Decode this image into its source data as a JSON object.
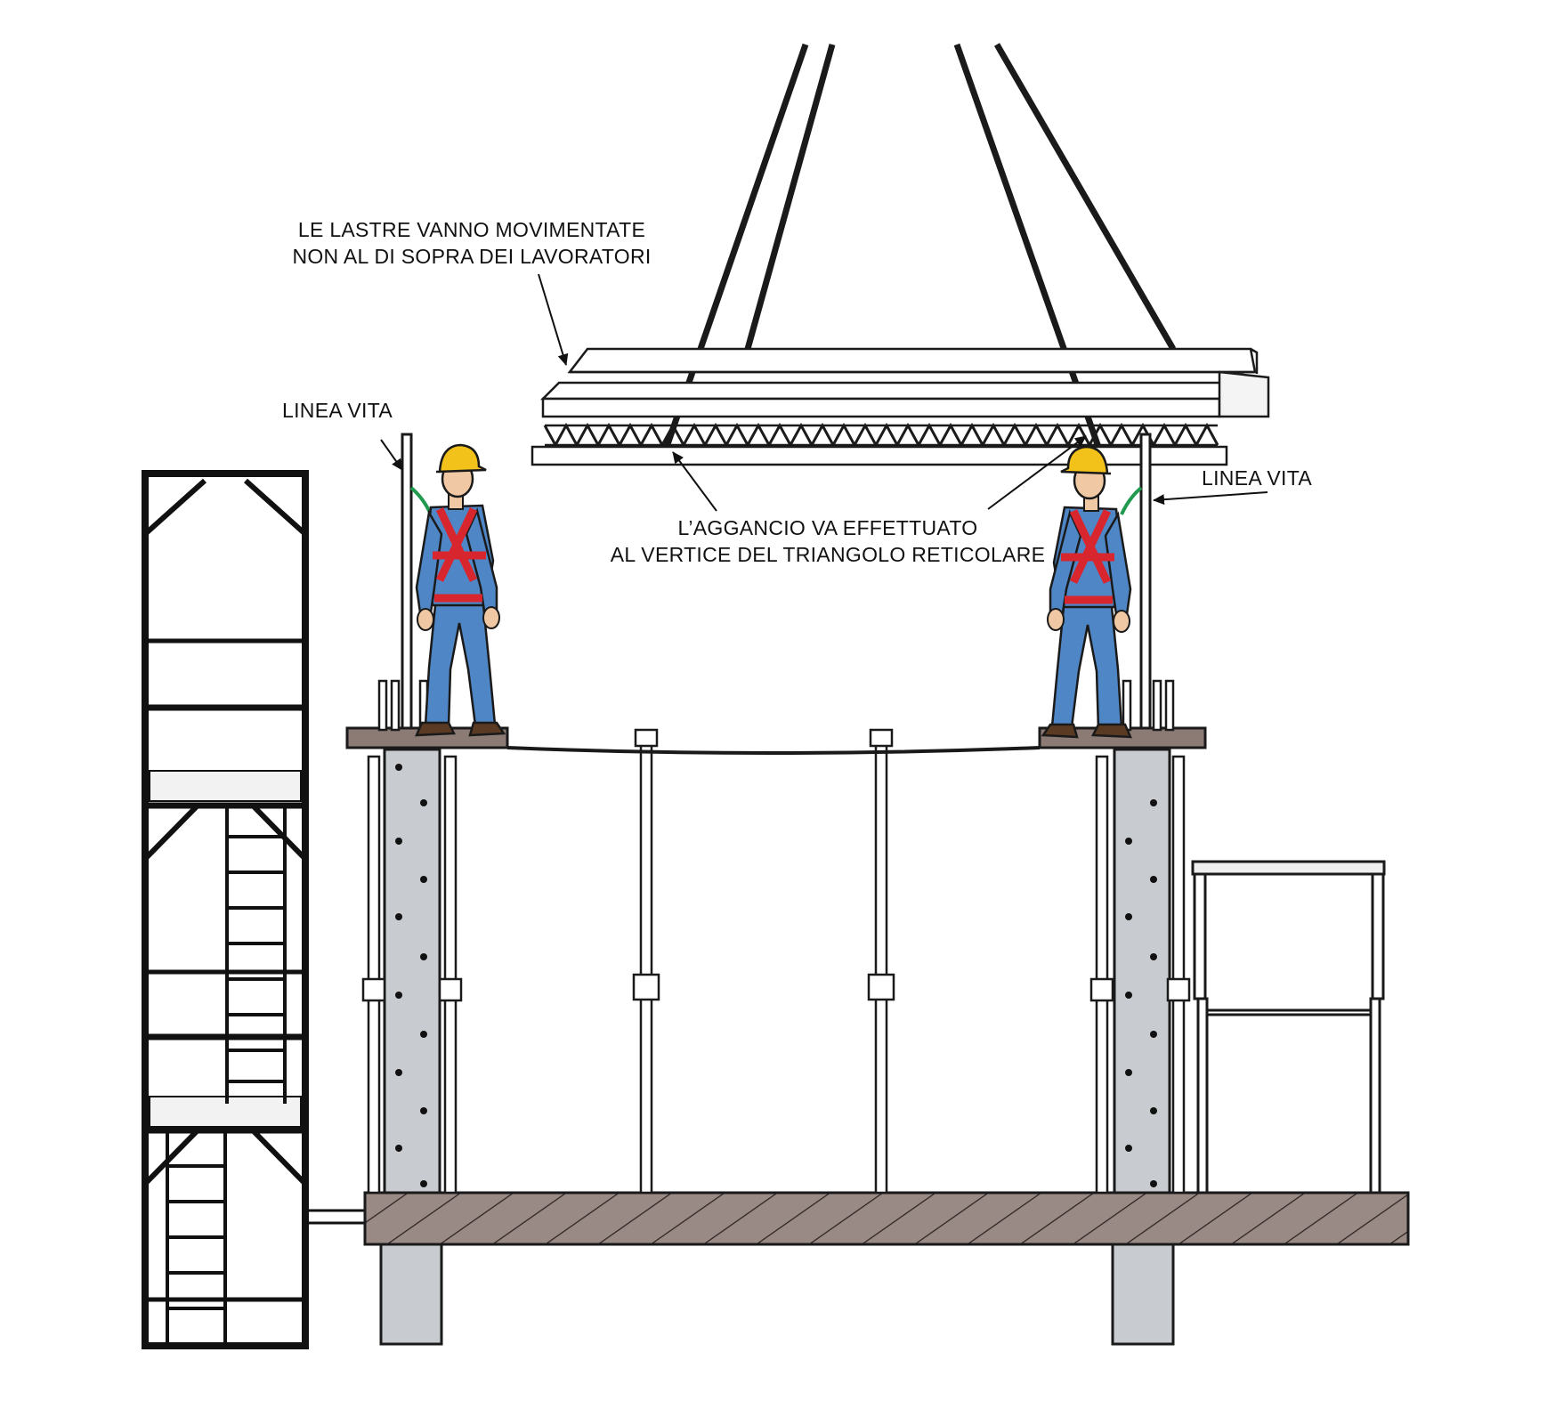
{
  "annotations": {
    "slab_handling": {
      "line1": "LE LASTRE VANNO MOVIMENTATE",
      "line2": "NON AL DI SOPRA DEI LAVORATORI"
    },
    "lifeline_left": "LINEA VITA",
    "lifeline_right": "LINEA VITA",
    "hooking": {
      "line1": "L’AGGANCIO VA EFFETTUATO",
      "line2": "AL VERTICE DEL TRIANGOLO RETICOLARE"
    }
  },
  "colors": {
    "outline": "#1a1a1a",
    "helmet": "#f2c21b",
    "workwear": "#4f86c6",
    "harness": "#d7262e",
    "lanyard": "#1f9a4f",
    "concrete": "#c8ccd0",
    "slab_section": "#9a8a86",
    "boards": "#8c7a74"
  },
  "icons": [
    "worker-icon",
    "crane-sling-icon",
    "scaffold-tower-icon"
  ]
}
